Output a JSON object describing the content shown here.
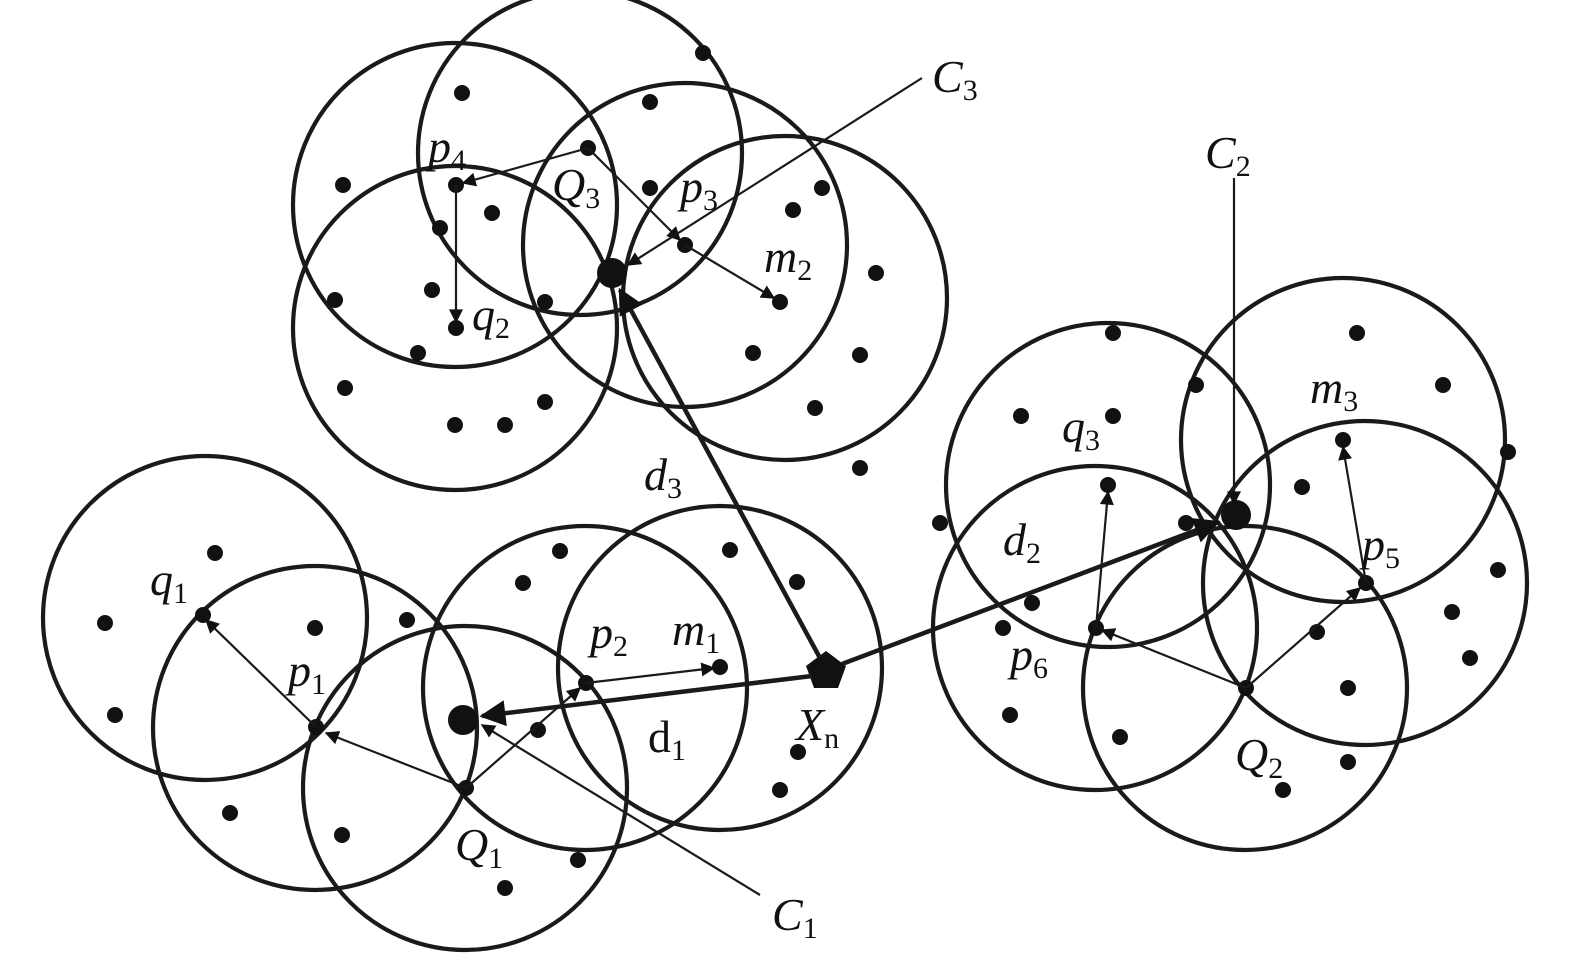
{
  "colors": {
    "ink": "#111111",
    "background": "#ffffff"
  },
  "labels": {
    "C1": {
      "base": "C",
      "sub": "1"
    },
    "C2": {
      "base": "C",
      "sub": "2"
    },
    "C3": {
      "base": "C",
      "sub": "3"
    },
    "Q1": {
      "base": "Q",
      "sub": "1"
    },
    "Q2": {
      "base": "Q",
      "sub": "2"
    },
    "Q3": {
      "base": "Q",
      "sub": "3"
    },
    "p1": {
      "base": "p",
      "sub": "1"
    },
    "p2": {
      "base": "p",
      "sub": "2"
    },
    "p3": {
      "base": "p",
      "sub": "3"
    },
    "p4": {
      "base": "p",
      "sub": "4"
    },
    "p5": {
      "base": "p",
      "sub": "5"
    },
    "p6": {
      "base": "p",
      "sub": "6"
    },
    "q1": {
      "base": "q",
      "sub": "1"
    },
    "q2": {
      "base": "q",
      "sub": "2"
    },
    "q3": {
      "base": "q",
      "sub": "3"
    },
    "m1": {
      "base": "m",
      "sub": "1"
    },
    "m2": {
      "base": "m",
      "sub": "2"
    },
    "m3": {
      "base": "m",
      "sub": "3"
    },
    "d1": {
      "base": "d",
      "sub": "1"
    },
    "d2": {
      "base": "d",
      "sub": "2"
    },
    "d3": {
      "base": "d",
      "sub": "3"
    },
    "Xn": {
      "base": "X",
      "sub": "n"
    }
  }
}
